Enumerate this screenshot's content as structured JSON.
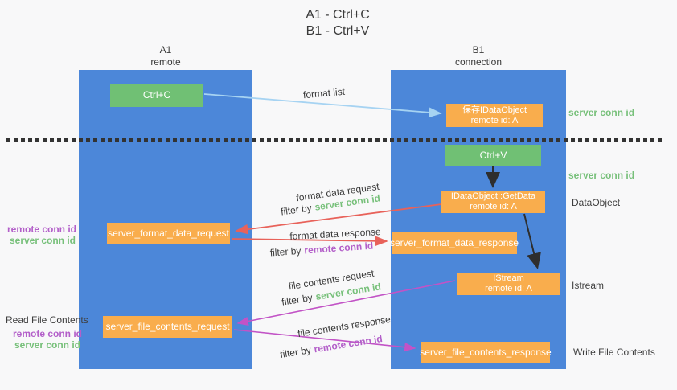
{
  "title": {
    "line1": "A1 - Ctrl+C",
    "line2": "B1 - Ctrl+V"
  },
  "lifelines": {
    "a": {
      "name": "A1",
      "role": "remote"
    },
    "b": {
      "name": "B1",
      "role": "connection"
    }
  },
  "boxes": {
    "ctrl_c": {
      "label": "Ctrl+C"
    },
    "save_idataobject": {
      "line1": "保存IDataObject",
      "line2": "remote id: A"
    },
    "ctrl_v": {
      "label": "Ctrl+V"
    },
    "getdata": {
      "line1": "IDataObject::GetData",
      "line2": "remote id: A"
    },
    "format_request": {
      "label": "server_format_data_request"
    },
    "format_response": {
      "label": "server_format_data_response"
    },
    "istream": {
      "line1": "IStream",
      "line2": "remote id: A"
    },
    "file_request": {
      "label": "server_file_contents_request"
    },
    "file_response": {
      "label": "server_file_contents_response"
    }
  },
  "arrow_labels": {
    "format_list": "format list",
    "format_data_request": "format data request",
    "format_data_response": "format data response",
    "file_contents_request": "file contents request",
    "file_contents_response": "file contents response",
    "filter_by": "filter by",
    "server_conn_id": "server conn id",
    "remote_conn_id": "remote conn id"
  },
  "side_labels": {
    "right_server_conn_id_top": "server conn id",
    "right_server_conn_id_mid": "server conn id",
    "right_dataobject": "DataObject",
    "right_istream": "Istream",
    "right_write_file_contents": "Write File Contents",
    "left_remote_conn_id_top": "remote conn id",
    "left_server_conn_id_top": "server conn id",
    "left_read_file_contents": "Read File Contents",
    "left_remote_conn_id_bottom": "remote conn id",
    "left_server_conn_id_bottom": "server conn id"
  },
  "arrows": {
    "format_list": {
      "from": "ctrl_c",
      "to": "save_idataobject",
      "color": "#a6d3f2"
    },
    "ctrlv_to_getdata": {
      "from": "ctrl_v",
      "to": "getdata",
      "color": "#2e2e2e"
    },
    "format_request": {
      "from": "getdata",
      "to": "format_request",
      "color": "#e8625a"
    },
    "format_response": {
      "from": "format_request",
      "to": "format_response",
      "color": "#e8625a"
    },
    "getdata_to_istream": {
      "from": "getdata",
      "to": "istream",
      "color": "#2e2e2e"
    },
    "file_request": {
      "from": "istream",
      "to": "file_request",
      "color": "#c253c6"
    },
    "file_response": {
      "from": "file_request",
      "to": "file_response",
      "color": "#c253c6"
    }
  },
  "colors": {
    "background": "#f8f8f9",
    "lifeline_blue": "#4c87d9",
    "key_green": "#70c074",
    "message_orange": "#f9ad4d",
    "arrow_lightblue": "#a6d3f2",
    "arrow_red": "#e8625a",
    "arrow_magenta": "#c253c6",
    "arrow_black": "#2e2e2e",
    "label_green": "#77c07a",
    "label_purple": "#b35fc9",
    "text_dark": "#3f3f3f"
  }
}
